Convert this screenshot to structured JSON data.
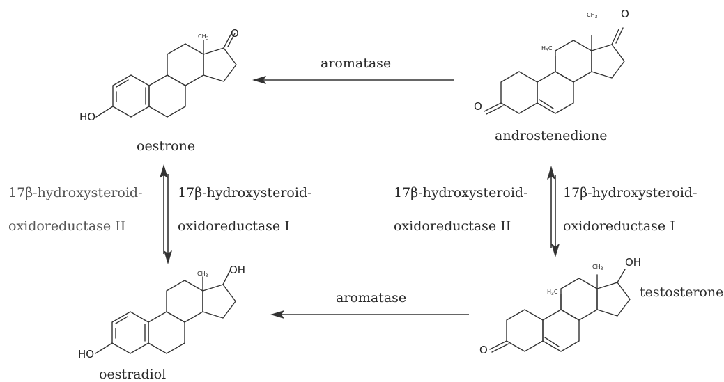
{
  "molecules": {
    "oestrone": {
      "name": "oestrone",
      "ho": "HO",
      "methyl": "CH",
      "methyl_sub": "3"
    },
    "androstenedione": {
      "name": "androstenedione",
      "methyl_top": "CH",
      "methyl_top_sub": "3",
      "methyl_left": "H",
      "methyl_left_sub": "3",
      "methyl_left_c": "C"
    },
    "oestradiol": {
      "name": "oestradiol",
      "ho": "HO",
      "oh": "OH",
      "methyl": "CH",
      "methyl_sub": "3"
    },
    "testosterone": {
      "name": "testosterone",
      "oh": "OH",
      "methyl_top": "CH",
      "methyl_top_sub": "3",
      "methyl_left": "H",
      "methyl_left_sub": "3",
      "methyl_left_c": "C"
    }
  },
  "reactions": {
    "top_aromatase": "aromatase",
    "bottom_aromatase": "aromatase",
    "left_reverse": [
      "17β-hydroxysteroid-",
      "oxidoreductase II"
    ],
    "left_forward": [
      "17β-hydroxysteroid-",
      "oxidoreductase I"
    ],
    "right_reverse": [
      "17β-hydroxysteroid-",
      "oxidoreductase II"
    ],
    "right_forward": [
      "17β-hydroxysteroid-",
      "oxidoreductase I"
    ]
  }
}
